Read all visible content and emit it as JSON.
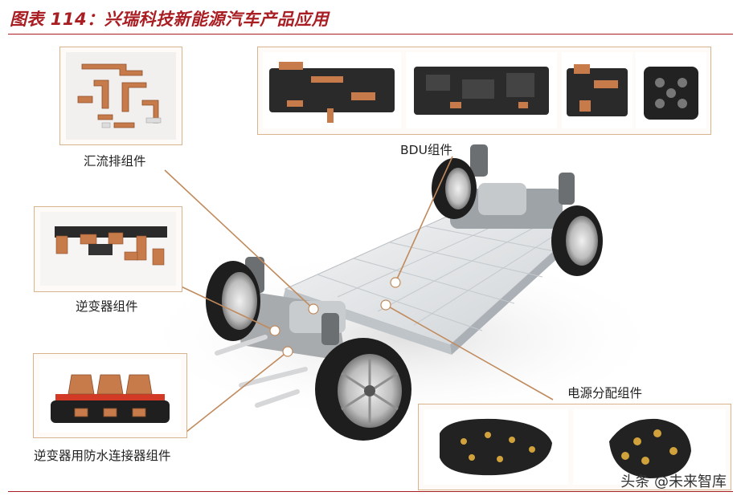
{
  "title": "图表 114：兴瑞科技新能源汽车产品应用",
  "labels": {
    "busbar": "汇流排组件",
    "bdu": "BDU组件",
    "inverter": "逆变器组件",
    "waterproof_connector": "逆变器用防水连接器组件",
    "power_distribution": "电源分配组件"
  },
  "watermark": "头条 @未来智库",
  "colors": {
    "title_red": "#a91e23",
    "frame_border": "#d9b38c",
    "leader_line": "#c08a5c",
    "copper": "#c77a4a",
    "plastic": "#2a2a2a",
    "battery_tray": "#e9ecef"
  }
}
